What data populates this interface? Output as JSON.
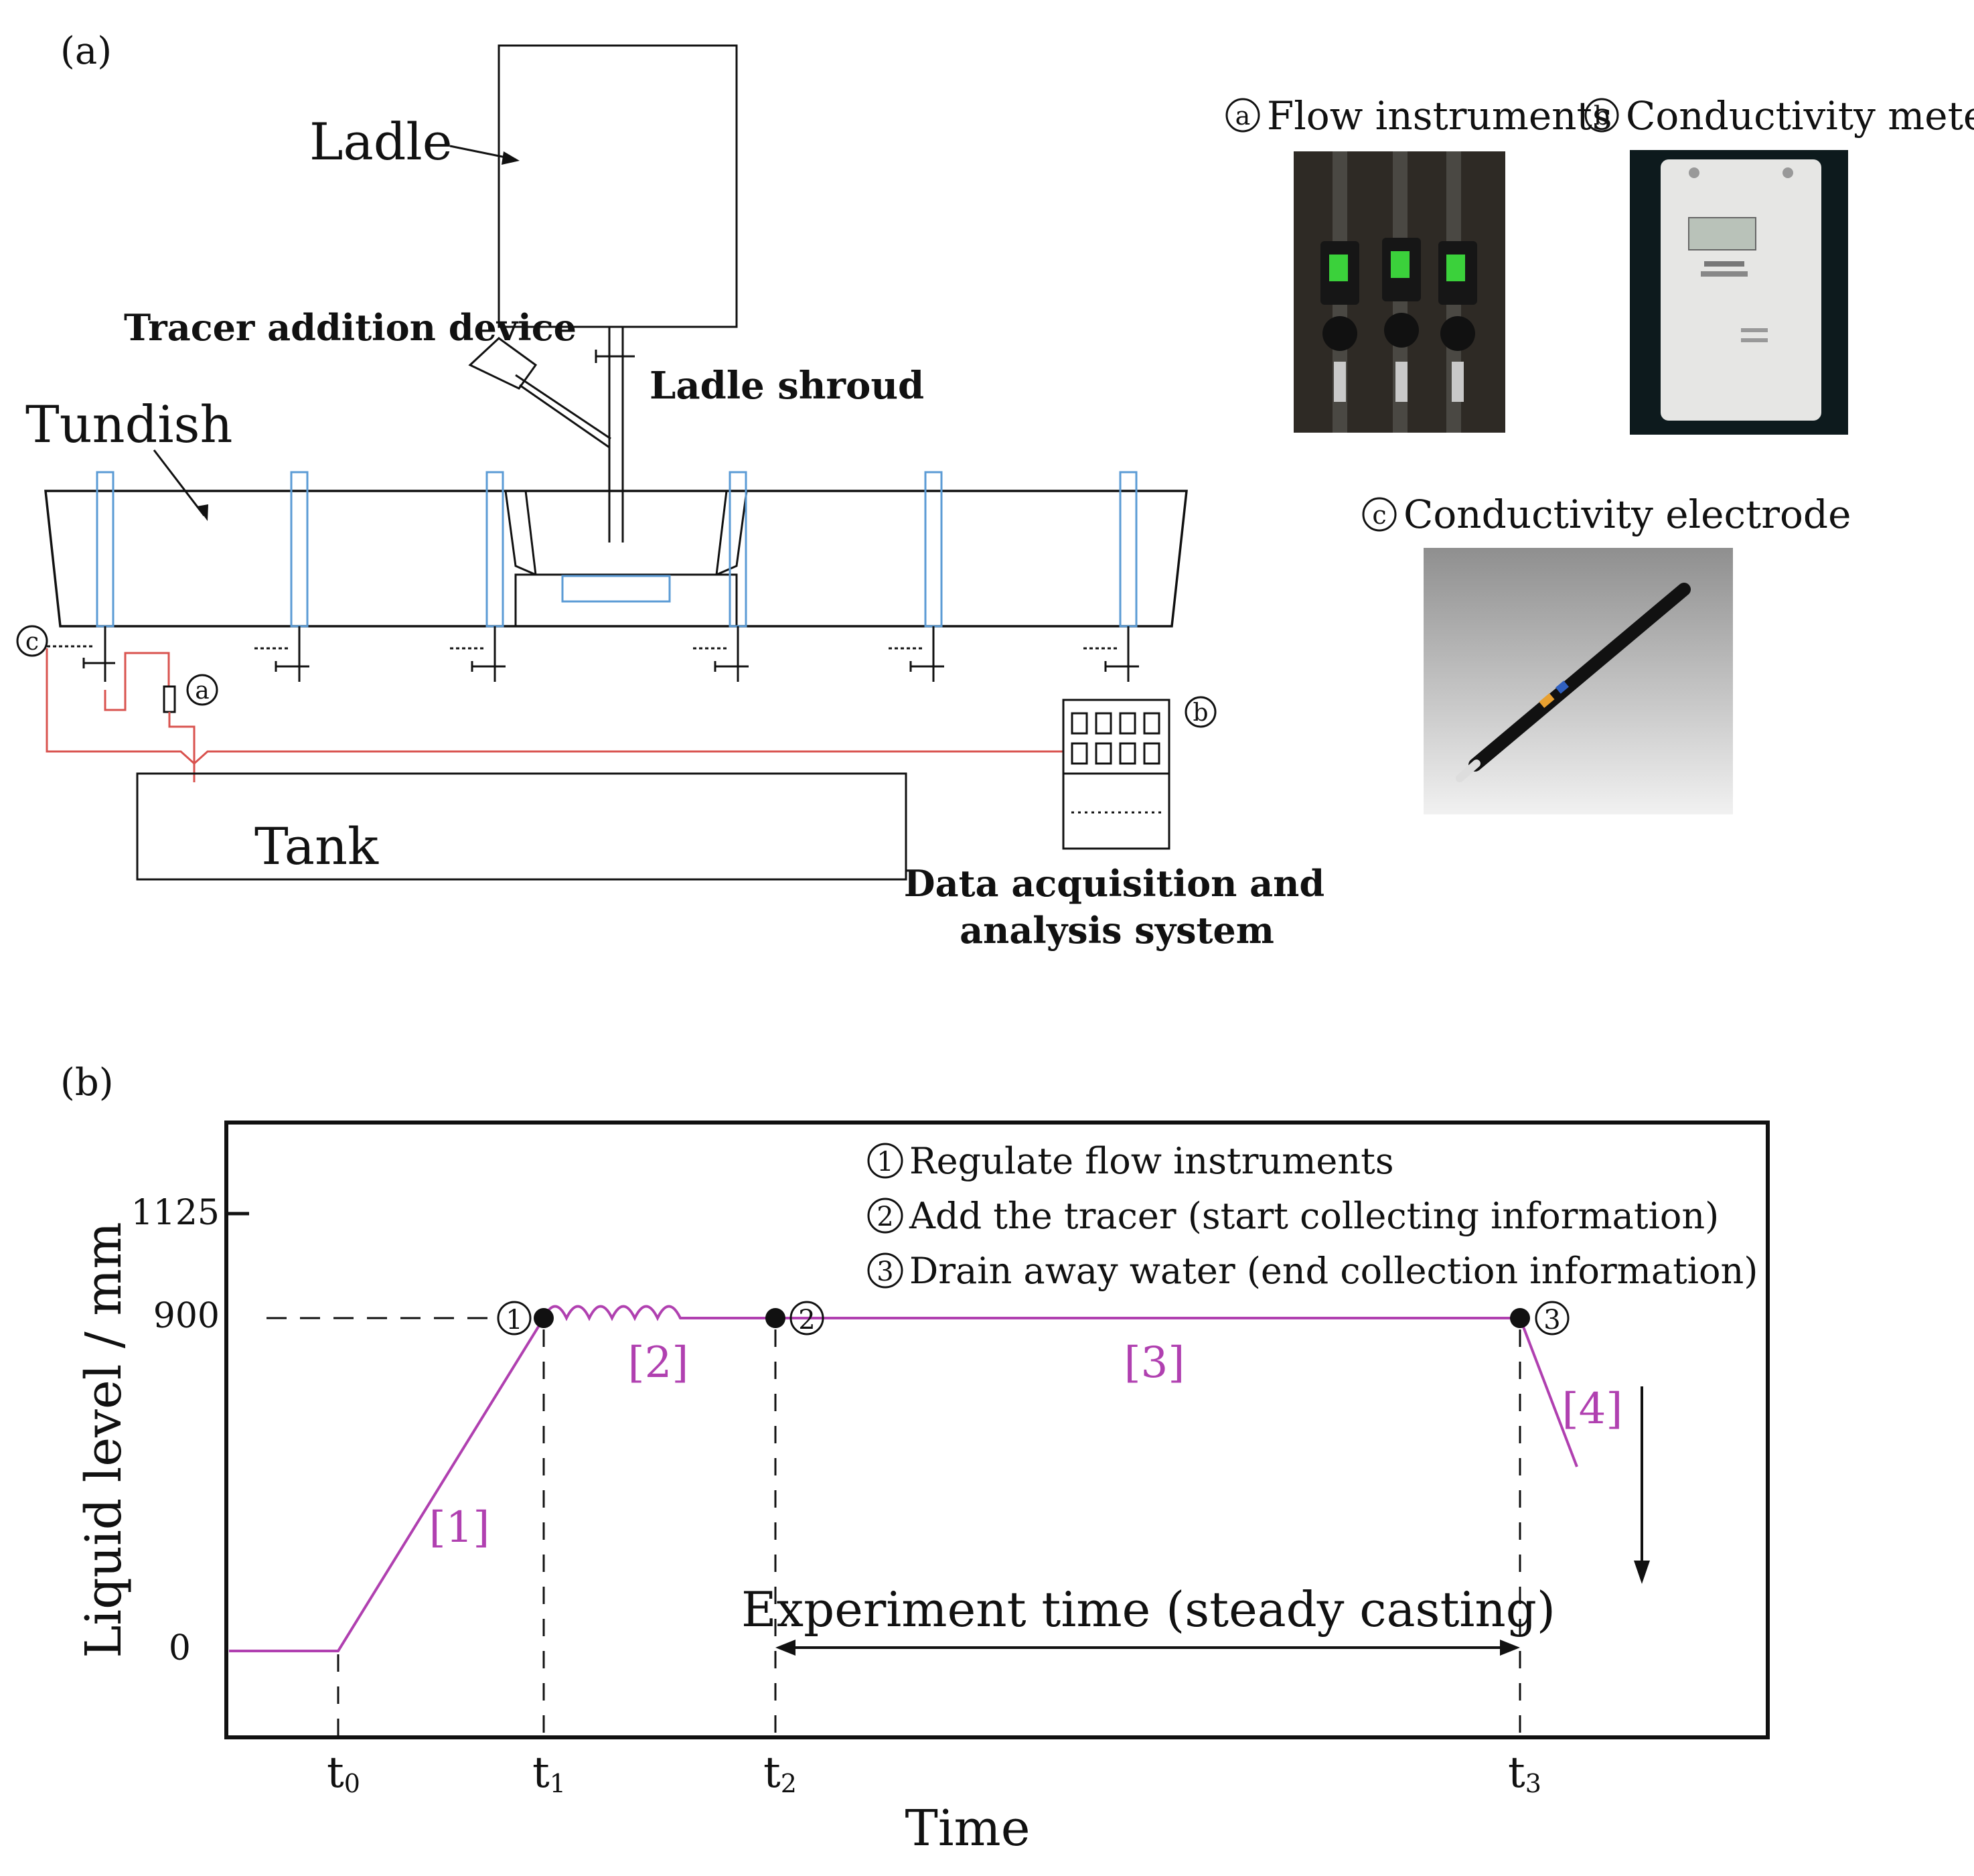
{
  "panel_a": {
    "label": "(a)",
    "ladle": "Ladle",
    "tracer": "Tracer addition device",
    "shroud": "Ladle shroud",
    "tundish": "Tundish",
    "tank": "Tank",
    "daq_line1": "Data acquisition and",
    "daq_line2": "analysis system",
    "marker_a": "a",
    "marker_b": "b",
    "marker_c": "c",
    "photo_a_label": "Flow instruments",
    "photo_b_label": "Conductivity meter",
    "photo_c_label": "Conductivity electrode"
  },
  "panel_b": {
    "label": "(b)",
    "ylabel": "Liquid level / mm",
    "xlabel": "Time",
    "yticks": [
      "1125",
      "900",
      "0"
    ],
    "legend": [
      {
        "num": "1",
        "text": "Regulate flow instruments"
      },
      {
        "num": "2",
        "text": "Add the tracer (start collecting information)"
      },
      {
        "num": "3",
        "text": "Drain away water (end collection information)"
      }
    ],
    "stages": [
      "[1]",
      "[2]",
      "[3]",
      "[4]"
    ],
    "times": [
      {
        "base": "t",
        "sub": "0"
      },
      {
        "base": "t",
        "sub": "1"
      },
      {
        "base": "t",
        "sub": "2"
      },
      {
        "base": "t",
        "sub": "3"
      }
    ],
    "experiment": "Experiment time (steady casting)",
    "points": [
      "1",
      "2",
      "3"
    ]
  },
  "colors": {
    "pipe": "#d9534f",
    "probe": "#5b9bd5",
    "curve": "#b040b0",
    "ink": "#111111"
  }
}
